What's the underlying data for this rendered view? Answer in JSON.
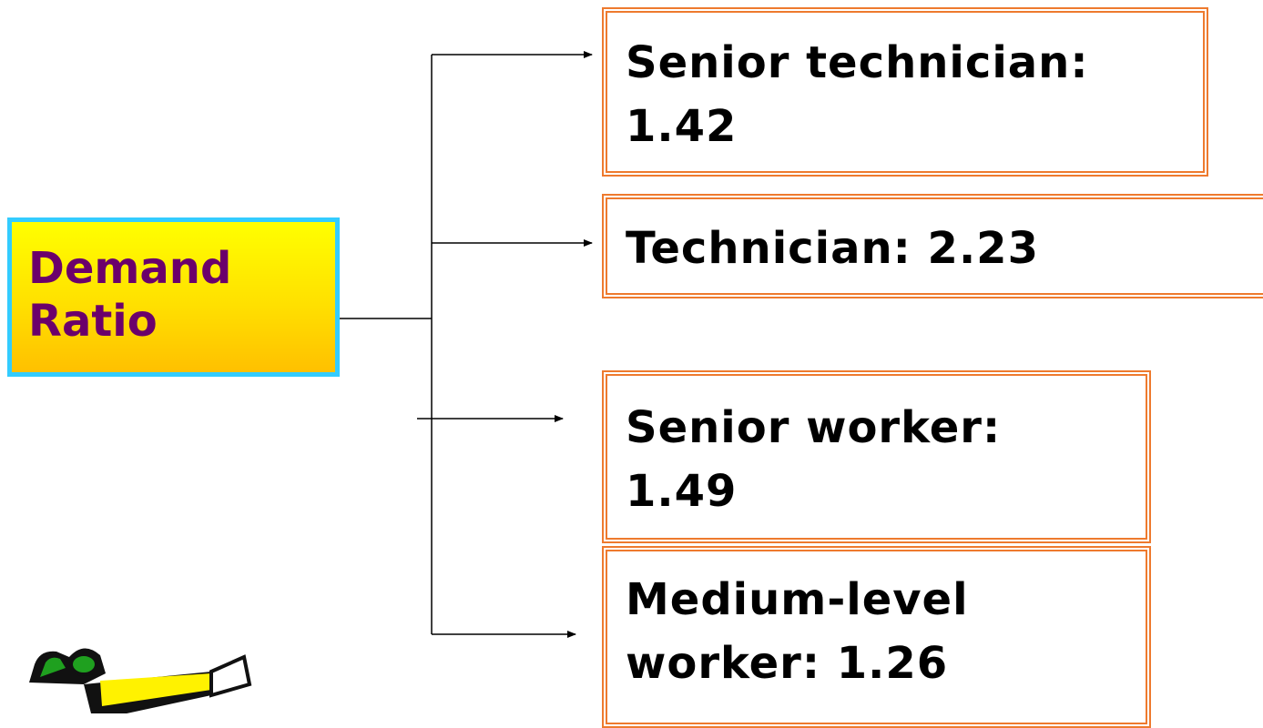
{
  "diagram": {
    "source": {
      "label": "Demand\nRatio"
    },
    "targets": [
      {
        "id": "senior-technician",
        "label": "Senior technician:\n1.42"
      },
      {
        "id": "technician",
        "label": "Technician: 2.23"
      },
      {
        "id": "senior-worker",
        "label": "Senior worker:\n1.49"
      },
      {
        "id": "medium-level-worker",
        "label": "Medium-level\nworker: 1.26"
      }
    ],
    "colors": {
      "source_border": "#33ccff",
      "source_fill_top": "#ffff00",
      "source_fill_bottom": "#ffc000",
      "source_text": "#6b006b",
      "target_border": "#ee7a2e",
      "connector": "#000000"
    }
  },
  "decoration": {
    "icon": "pencil-clipart-icon"
  }
}
